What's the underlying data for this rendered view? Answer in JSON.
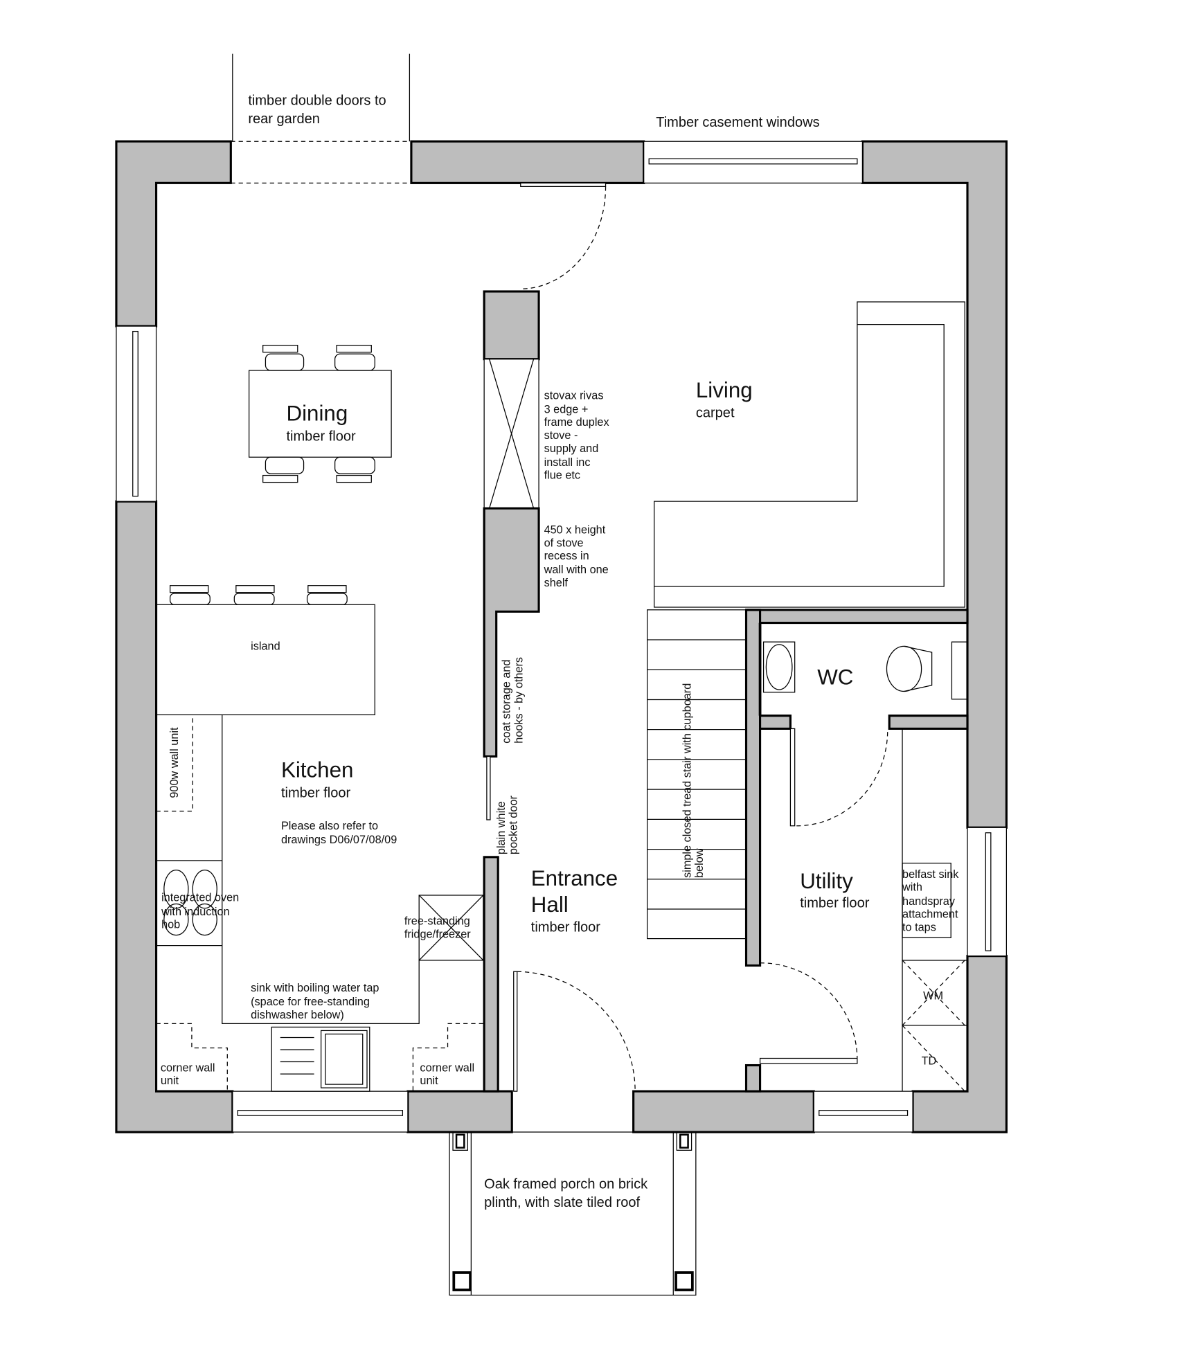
{
  "labels": {
    "rear_doors": [
      "timber double doors to",
      "rear garden"
    ],
    "windows": "Timber casement windows",
    "dining": {
      "name": "Dining",
      "floor": "timber floor"
    },
    "living": {
      "name": "Living",
      "floor": "carpet"
    },
    "kitchen": {
      "name": "Kitchen",
      "floor": "timber floor",
      "note": [
        "Please also refer to",
        "drawings D06/07/08/09"
      ]
    },
    "entrance": {
      "name": [
        "Entrance",
        "Hall"
      ],
      "floor": "timber floor"
    },
    "utility": {
      "name": "Utility",
      "floor": "timber floor"
    },
    "wc": "WC",
    "island": "island",
    "stove": [
      "stovax rivas",
      "3 edge +",
      "frame duplex",
      "stove -",
      "supply and",
      "install inc",
      "flue etc"
    ],
    "recess": [
      "450 x height",
      "of stove",
      "recess in",
      "wall with one",
      "shelf"
    ],
    "coat": [
      "coat storage and",
      "hooks - by others"
    ],
    "pocket": [
      "plain white",
      "pocket door"
    ],
    "stair": [
      "simple closed tread stair with cupboard",
      "below"
    ],
    "wall_unit": "900w wall unit",
    "oven": [
      "integrated oven",
      "with induction",
      "hob"
    ],
    "fridge": [
      "free-standing",
      "fridge/freezer"
    ],
    "sink": [
      "sink with boiling water tap",
      "(space for free-standing",
      "dishwasher below)"
    ],
    "corner_left": [
      "corner wall",
      "unit"
    ],
    "corner_right": [
      "corner wall",
      "unit"
    ],
    "belfast": [
      "belfast sink",
      "with",
      "handspray",
      "attachment",
      "to taps"
    ],
    "wm": "WM",
    "td": "TD",
    "porch": [
      "Oak framed porch on brick",
      "plinth, with slate tiled roof"
    ]
  }
}
